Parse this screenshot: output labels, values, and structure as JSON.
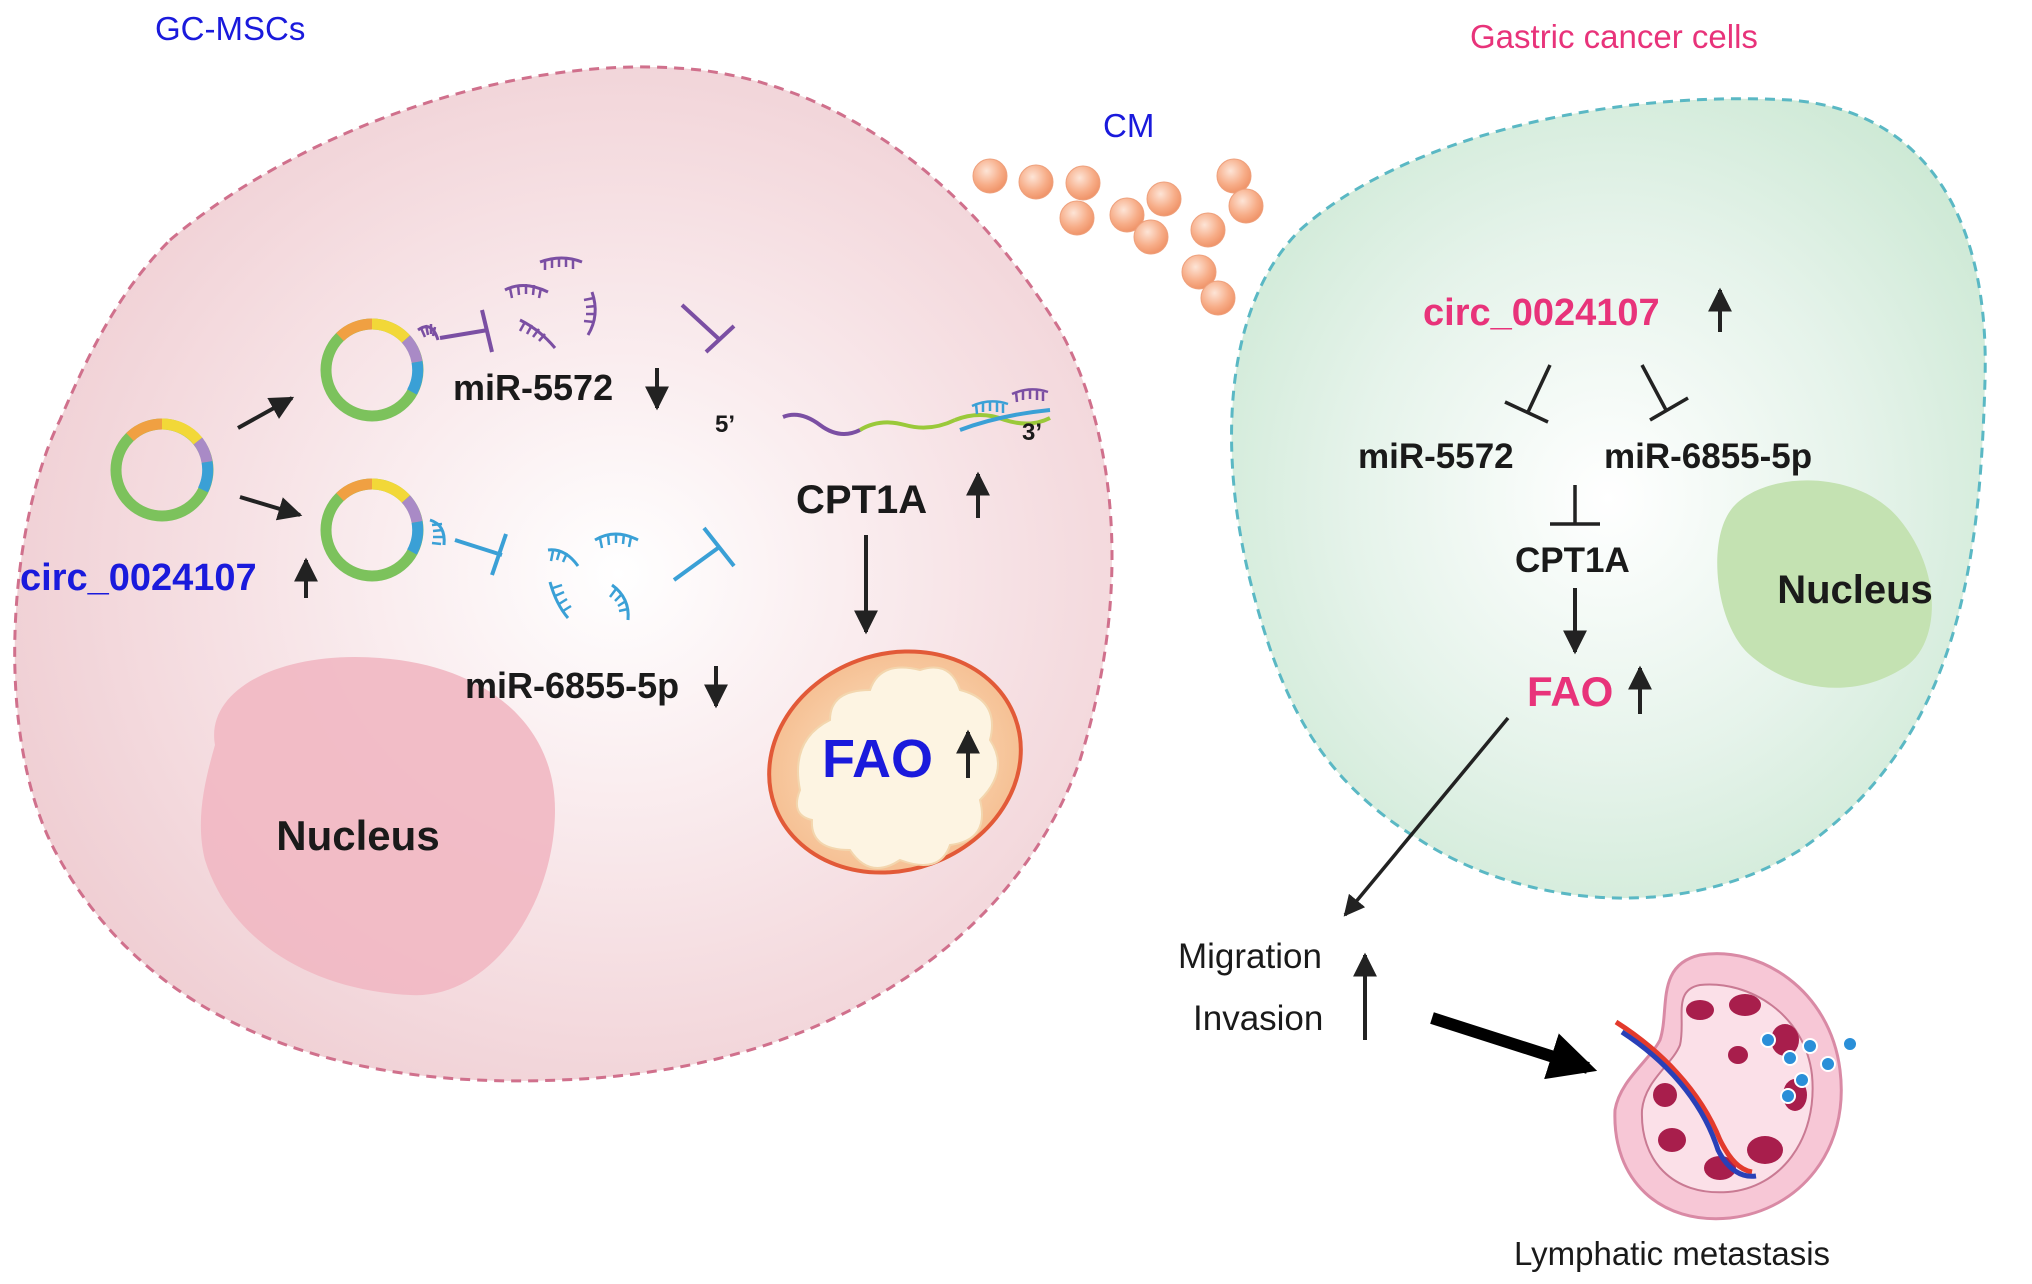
{
  "labels": {
    "gc_mscs": "GC-MSCs",
    "gastric_cancer_cells": "Gastric cancer cells",
    "cm": "CM",
    "left_circ": "circ_0024107",
    "left_mir5572": "miR-5572",
    "left_mir6855": "miR-6855-5p",
    "five_prime": "5’",
    "three_prime": "3’",
    "left_cpt1a": "CPT1A",
    "left_fao": "FAO",
    "left_nucleus": "Nucleus",
    "right_circ": "circ_0024107",
    "right_mir5572": "miR-5572",
    "right_mir6855": "miR-6855-5p",
    "right_cpt1a": "CPT1A",
    "right_fao": "FAO",
    "right_nucleus": "Nucleus",
    "migration": "Migration",
    "invasion": "Invasion",
    "lymphatic_metastasis": "Lymphatic metastasis"
  },
  "colors": {
    "blue_text": "#1a1adc",
    "pink_text": "#e8337a",
    "purple": "#7b4fa3",
    "cyan": "#3aa0d6",
    "msc_border": "#d0708c",
    "cancer_border": "#5ab8c4",
    "vesicle": "#f5a27c"
  }
}
